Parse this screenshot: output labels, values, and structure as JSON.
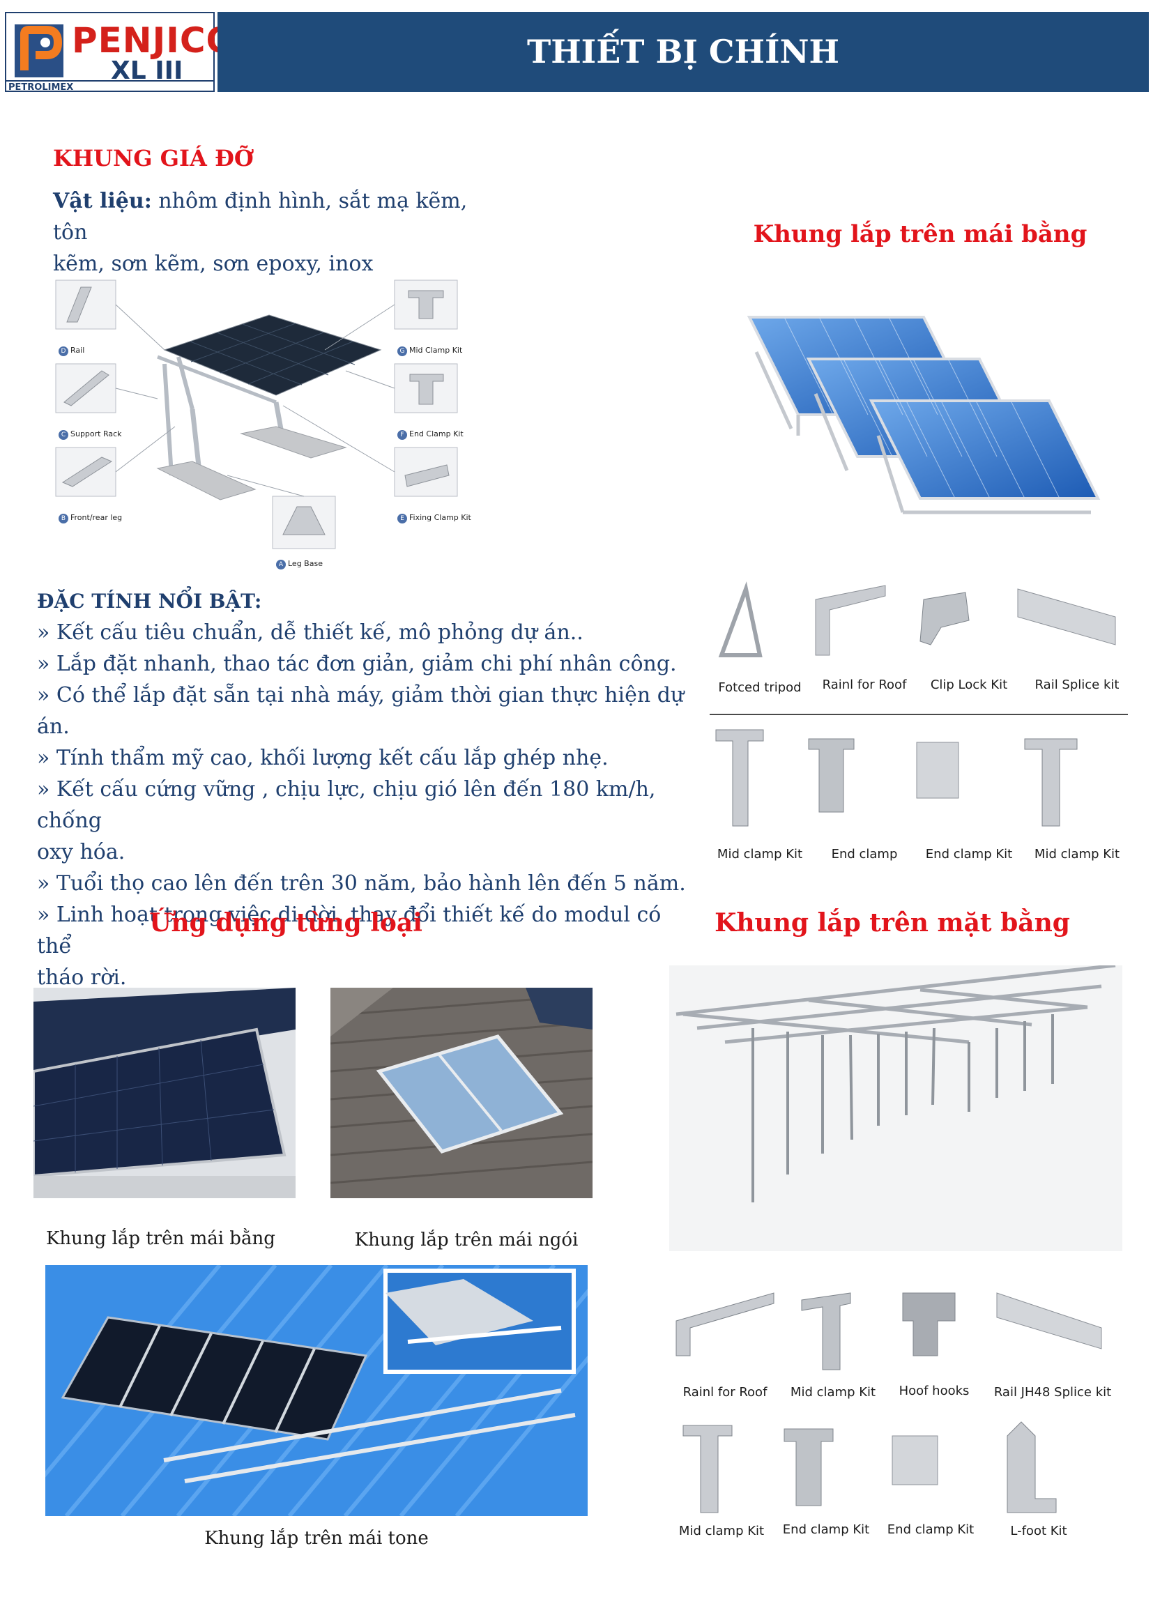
{
  "header": {
    "logo": {
      "brand": "PENJICO",
      "sub": "XL III",
      "parent": "PETROLIMEX"
    },
    "title": "THIẾT BỊ CHÍNH"
  },
  "frame_section": {
    "heading": "KHUNG GIÁ ĐỠ",
    "material_label": "Vật liệu:",
    "material_text": " nhôm định hình, sắt mạ kẽm, tôn",
    "material_text_2": "kẽm, sơn kẽm, sơn epoxy, inox"
  },
  "carport_diagram": {
    "parts": [
      {
        "letter": "D",
        "label": "Rail"
      },
      {
        "letter": "C",
        "label": "Support Rack"
      },
      {
        "letter": "B",
        "label": "Front/rear leg"
      },
      {
        "letter": "A",
        "label": "Leg Base"
      },
      {
        "letter": "G",
        "label": "Mid Clamp Kit"
      },
      {
        "letter": "F",
        "label": "End Clamp Kit"
      },
      {
        "letter": "E",
        "label": "Fixing Clamp Kit"
      }
    ]
  },
  "features": {
    "heading": "ĐẶC TÍNH NỔI BẬT:",
    "items": [
      "» Kết cấu tiêu chuẩn, dễ thiết kế, mô phỏng dự án..",
      "» Lắp đặt nhanh, thao tác đơn giản, giảm chi phí nhân công.",
      "» Có thể lắp đặt sẵn tại nhà máy, giảm thời gian thực hiện dự án.",
      "» Tính thẩm mỹ cao, khối lượng kết cấu lắp ghép nhẹ.",
      "» Kết cấu cứng vững , chịu lực, chịu gió lên đến 180 km/h, chống",
      "oxy hóa.",
      "» Tuổi thọ cao lên đến trên 30 năm, bảo hành lên đến 5 năm.",
      "» Linh hoạt trong việc di dời, thay đổi thiết kế do modul có thể",
      "tháo rời."
    ]
  },
  "flat_roof": {
    "heading": "Khung lắp trên mái bằng",
    "parts_row1": [
      "Fotced tripod",
      "Rainl for Roof",
      "Clip Lock Kit",
      "Rail Splice kit"
    ],
    "parts_row2": [
      "Mid clamp Kit",
      "End clamp",
      "End clamp Kit",
      "Mid clamp Kit"
    ]
  },
  "applications": {
    "heading": "Ứng dụng từng loại",
    "captions": [
      "Khung lắp trên mái bằng",
      "Khung lắp trên mái ngói",
      "Khung lắp trên mái tone"
    ]
  },
  "ground": {
    "heading": "Khung lắp trên mặt bằng",
    "parts_row1": [
      "Rainl for Roof",
      "Mid clamp Kit",
      "Hoof hooks",
      "Rail JH48 Splice kit"
    ],
    "parts_row2": [
      "Mid clamp Kit",
      "End clamp Kit",
      "End clamp Kit",
      "L-foot Kit"
    ]
  },
  "colors": {
    "navy": "#1f3f6e",
    "red": "#e2141b",
    "header_bar": "#1f4b7a",
    "panel_blue": "#2f6fc4"
  }
}
